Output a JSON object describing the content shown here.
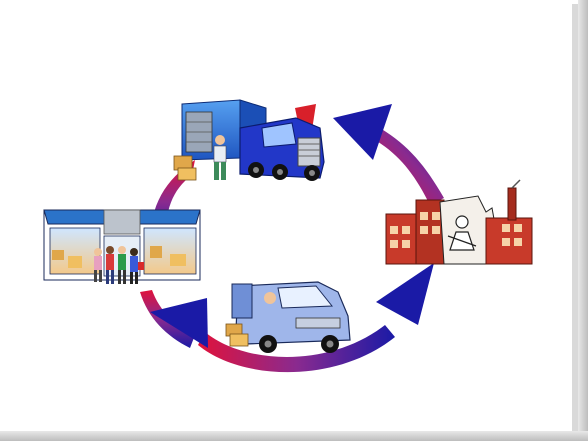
{
  "diagram": {
    "type": "cycle",
    "nodes": [
      {
        "id": "truck",
        "icon": "semi-truck-icon"
      },
      {
        "id": "factory",
        "icon": "factory-icon"
      },
      {
        "id": "van",
        "icon": "delivery-van-icon"
      },
      {
        "id": "store",
        "icon": "retail-store-icon"
      }
    ],
    "flow": [
      "store",
      "truck",
      "factory",
      "van",
      "store"
    ],
    "colors": {
      "arrow_start": "#1a1aa6",
      "arrow_mid": "#8a2a8f",
      "arrow_end": "#e0123b",
      "truck_cab": "#2237c8",
      "trailer": "#2f6fd6",
      "factory_brick": "#c83a2a",
      "van_body": "#9fb6ea",
      "store_awning": "#2b73c9"
    }
  }
}
